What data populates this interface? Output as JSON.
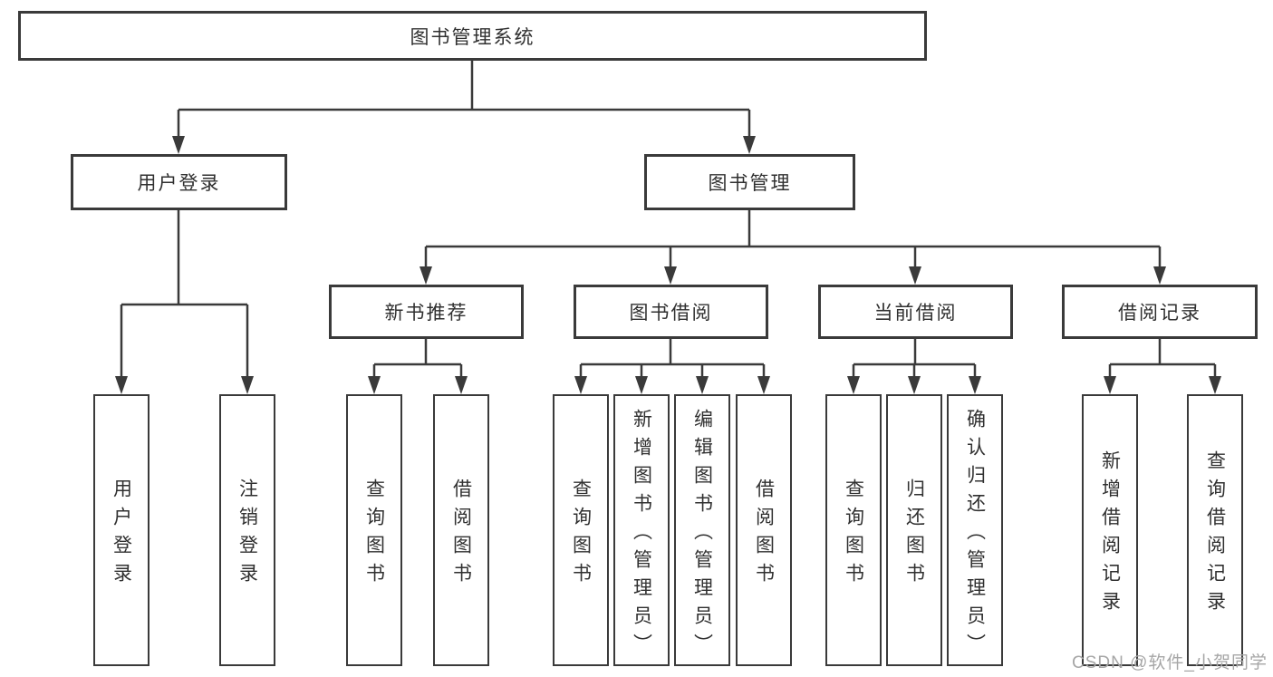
{
  "tree": {
    "root": "图书管理系统",
    "children": [
      {
        "label": "用户登录",
        "children": [
          "用户登录",
          "注销登录"
        ]
      },
      {
        "label": "图书管理",
        "children": [
          {
            "label": "新书推荐",
            "children": [
              "查询图书",
              "借阅图书"
            ]
          },
          {
            "label": "图书借阅",
            "children": [
              "查询图书",
              "新增图书（管理员）",
              "编辑图书（管理员）",
              "借阅图书"
            ]
          },
          {
            "label": "当前借阅",
            "children": [
              "查询图书",
              "归还图书",
              "确认归还（管理员）"
            ]
          },
          {
            "label": "借阅记录",
            "children": [
              "新增借阅记录",
              "查询借阅记录"
            ]
          }
        ]
      }
    ]
  },
  "colors": {
    "line": "#3a3a3a",
    "text": "#303030",
    "watermark": "#a6a6a6",
    "background": "#ffffff"
  },
  "watermark": {
    "text": "CSDN @软件_小贺同学"
  }
}
